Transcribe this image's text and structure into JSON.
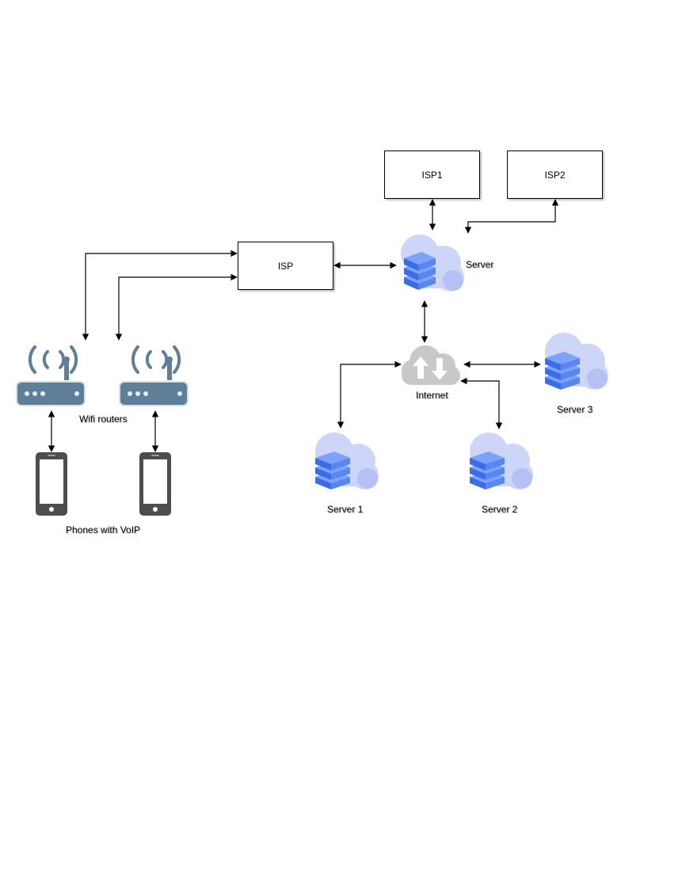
{
  "nodes": {
    "isp": "ISP",
    "isp1": "ISP1",
    "isp2": "ISP2",
    "server": "Server",
    "internet": "Internet",
    "server1": "Server 1",
    "server2": "Server 2",
    "server3": "Server 3",
    "wifi_routers": "Wifi routers",
    "phones": "Phones with VoIP"
  },
  "icons": {
    "server": "server-cloud-icon",
    "internet": "internet-cloud-icon",
    "router": "wifi-router-icon",
    "phone": "smartphone-icon"
  },
  "colors": {
    "server_blue": "#4d7cf2",
    "cloud_lavender": "#c9d4f8",
    "router_slate": "#5f7f99",
    "phone_gray": "#4d4d4d",
    "internet_gray": "#c8c8c8"
  }
}
